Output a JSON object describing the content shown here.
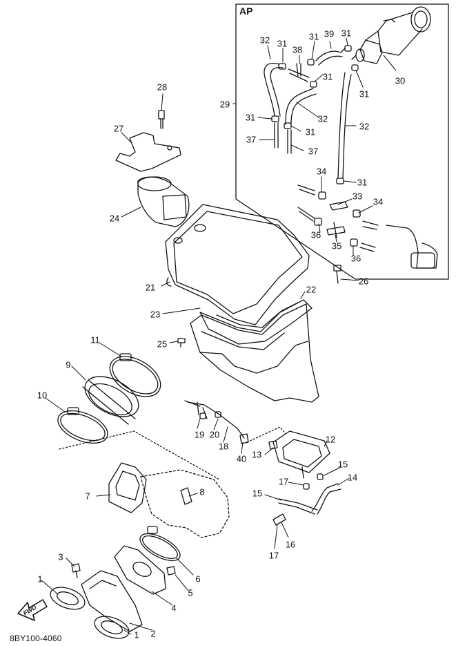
{
  "inset_label": "AP",
  "find_badge": "FWD",
  "drawing_code": "8BY100-4060",
  "callouts": {
    "c1a": "1",
    "c1b": "1",
    "c2": "2",
    "c3": "3",
    "c4": "4",
    "c5": "5",
    "c6": "6",
    "c7": "7",
    "c8": "8",
    "c9": "9",
    "c10": "10",
    "c11": "11",
    "c12": "12",
    "c13": "13",
    "c14": "14",
    "c15a": "15",
    "c15b": "15",
    "c16": "16",
    "c17a": "17",
    "c17b": "17",
    "c18": "18",
    "c19": "19",
    "c20": "20",
    "c21": "21",
    "c22": "22",
    "c23": "23",
    "c24": "24",
    "c25": "25",
    "c26": "26",
    "c27": "27",
    "c28": "28",
    "c29": "29",
    "c30": "30",
    "c31a": "31",
    "c31b": "31",
    "c31c": "31",
    "c31d": "31",
    "c31e": "31",
    "c31f": "31",
    "c31g": "31",
    "c31h": "31",
    "c32a": "32",
    "c32b": "32",
    "c32c": "32",
    "c33": "33",
    "c34a": "34",
    "c34b": "34",
    "c35": "35",
    "c36a": "36",
    "c36b": "36",
    "c37a": "37",
    "c37b": "37",
    "c38": "38",
    "c39": "39",
    "c40": "40"
  },
  "colors": {
    "ink": "#111111",
    "paper": "#ffffff"
  }
}
